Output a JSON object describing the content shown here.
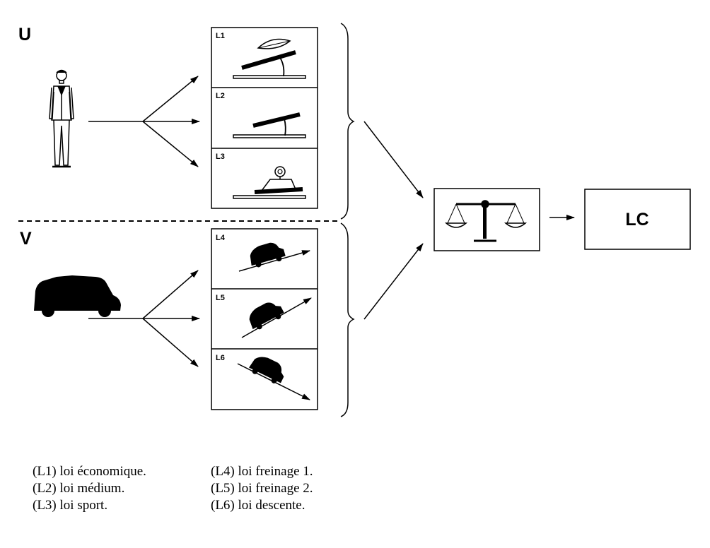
{
  "diagram": {
    "section_u": "U",
    "section_v": "V",
    "output_label": "LC",
    "laws": [
      {
        "label": "L1"
      },
      {
        "label": "L2"
      },
      {
        "label": "L3"
      },
      {
        "label": "L4"
      },
      {
        "label": "L5"
      },
      {
        "label": "L6"
      }
    ]
  },
  "legend": {
    "left": [
      "(L1) loi économique.",
      "(L2) loi médium.",
      "(L3) loi sport."
    ],
    "right": [
      "(L4) loi freinage 1.",
      "(L5) loi freinage 2.",
      "(L6) loi descente."
    ]
  }
}
